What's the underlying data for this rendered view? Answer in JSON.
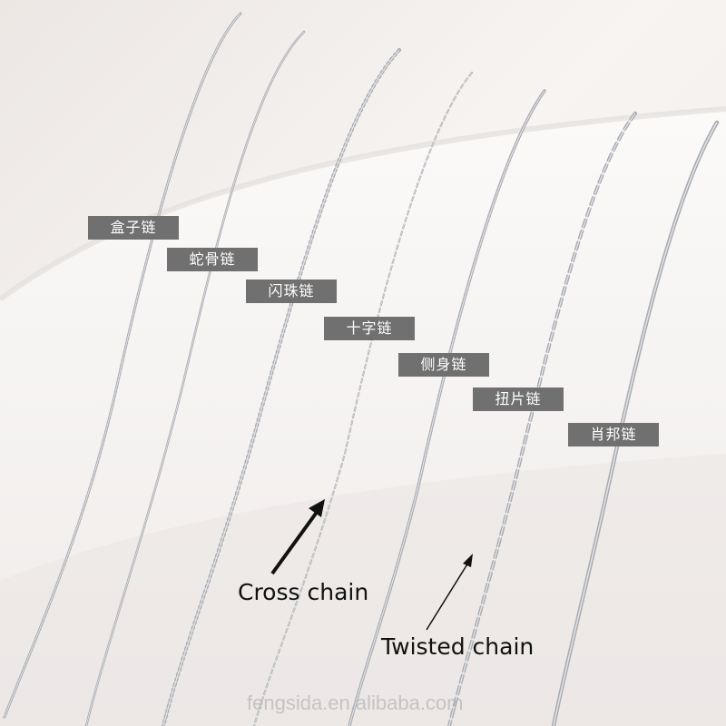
{
  "labels": [
    "盒子链",
    "蛇骨链",
    "闪珠链",
    "十字链",
    "侧身链",
    "扭片链",
    "肖邦链"
  ],
  "captions": {
    "cross": "Cross chain",
    "twisted": "Twisted chain"
  },
  "watermark": "fengsida.en.alibaba.com",
  "colors": {
    "background": "#f4f0ee",
    "label_bg": "#707070",
    "label_text": "#ffffff",
    "chain": "#a9acb2",
    "caption_text": "#111111"
  }
}
